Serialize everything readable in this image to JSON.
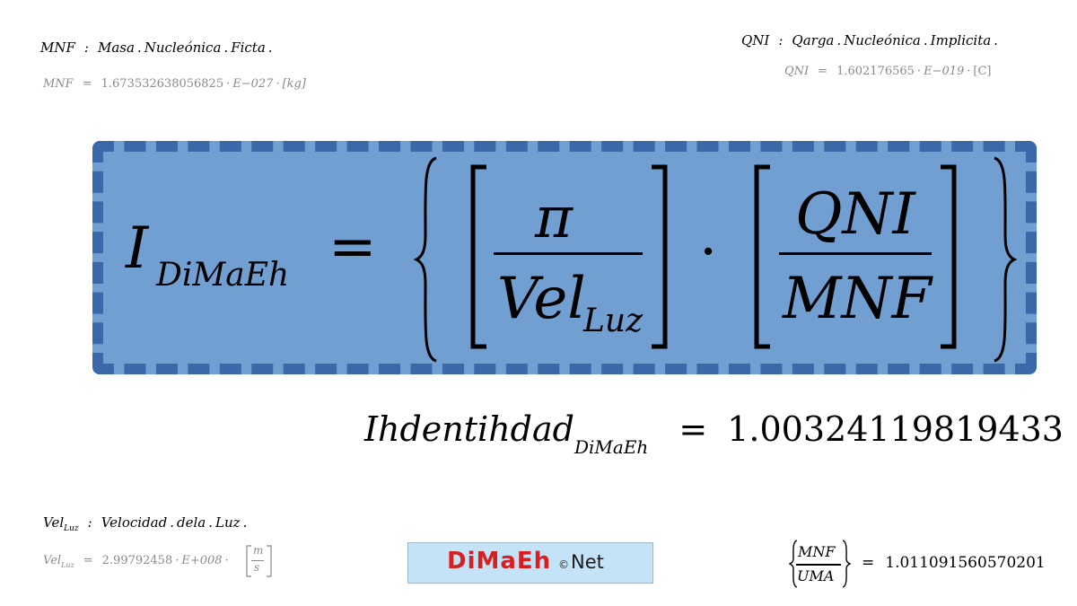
{
  "definitions": {
    "mnf": {
      "symbol": "MNF",
      "sep": ":",
      "name_parts": [
        "Masa",
        "Nucleónica",
        "Ficta"
      ],
      "value_symbol": "MNF",
      "equals": "=",
      "value": "1.673532638056825",
      "exp": "E−027",
      "unit": "[kg]"
    },
    "qni": {
      "symbol": "QNI",
      "sep": ":",
      "name_parts": [
        "Qarga",
        "Nucleónica",
        "Implicita"
      ],
      "value_symbol": "QNI",
      "equals": "=",
      "value": "1.602176565",
      "exp": "E−019",
      "unit": "[C]"
    },
    "vel": {
      "symbol": "Vel",
      "symbol_sub": "Luz",
      "sep": ":",
      "name_parts": [
        "Velocidad",
        "dela",
        "Luz"
      ],
      "value_symbol": "Vel",
      "value_symbol_sub": "Luz",
      "equals": "=",
      "value": "2.99792458",
      "exp": "E+008",
      "unit_num": "m",
      "unit_den": "s"
    }
  },
  "formula": {
    "lhs": "I",
    "lhs_sub": "DiMaEh",
    "equals": "=",
    "frac1_num": "π",
    "frac1_den": "Vel",
    "frac1_den_sub": "Luz",
    "mult": "·",
    "frac2_num": "QNI",
    "frac2_den": "MNF"
  },
  "identity": {
    "label": "Ihdentihdad",
    "label_sub": "DiMaEh",
    "equals": "=",
    "value": "1.00324119819433"
  },
  "ratio": {
    "num": "MNF",
    "den": "UMA",
    "equals": "=",
    "value": "1.011091560570201"
  },
  "logo": {
    "brand": "DiMaEh",
    "copyright": "©",
    "suffix": "Net",
    "colors": {
      "brand": "#d62020",
      "box_bg": "#c5e3f6"
    }
  },
  "colors": {
    "box_fill": "#729fd1",
    "box_border": "#3a68a8",
    "value_gray": "#8a8a8a"
  }
}
